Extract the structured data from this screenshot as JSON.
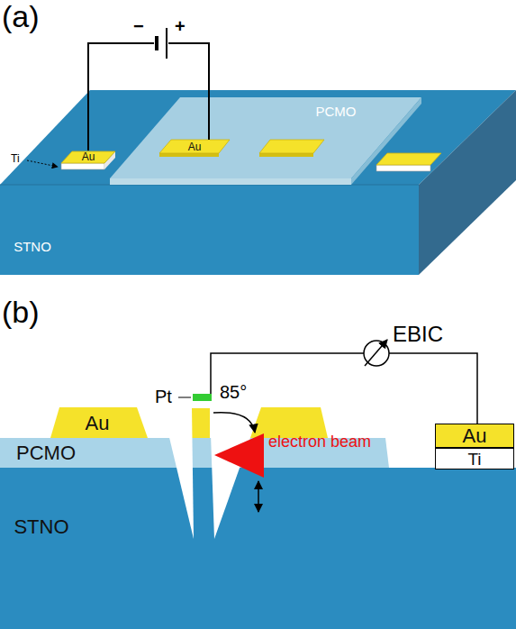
{
  "diagram": {
    "nodes": [
      {
        "text": [
          "STNO"
        ]
      },
      {
        "text": [
          "PCMO"
        ]
      },
      {
        "text": [
          "Au"
        ]
      },
      {
        "text": [
          "Au"
        ]
      },
      {
        "text": [
          "Au"
        ]
      },
      {
        "text": [
          "PCMO"
        ]
      },
      {
        "text": [
          "STNO"
        ]
      },
      {
        "text": [
          "Au"
        ]
      },
      {
        "text": [
          "Ti"
        ]
      }
    ],
    "edges": [
      {
        "from": 2,
        "to": 3,
        "arrow": "none"
      }
    ],
    "labels": [
      "(a)",
      "Ti",
      "−",
      "+",
      "(b)",
      "Pt",
      "85°",
      "electron beam",
      "EBIC"
    ]
  }
}
